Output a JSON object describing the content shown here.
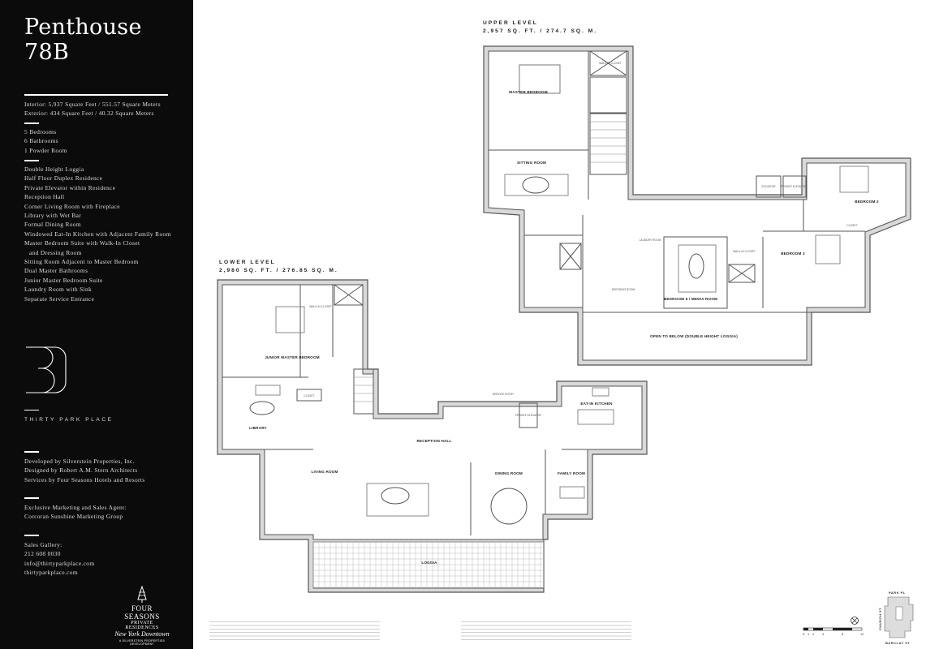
{
  "sidebar": {
    "title_line1": "Penthouse",
    "title_line2": "78B",
    "area": [
      "Interior: 5,937 Square Feet / 551.57 Square Meters",
      "Exterior: 434 Square Feet / 40.32 Square Meters"
    ],
    "rooms": [
      "5 Bedrooms",
      "6 Bathrooms",
      "1 Powder Room"
    ],
    "features": [
      "Double Height Loggia",
      "Half Floor Duplex Residence",
      "Private Elevator within Residence",
      "Reception Hall",
      "Corner Living Room with Fireplace",
      "Library with Wet Bar",
      "Formal Dining Room",
      "Windowed Eat-In Kitchen with Adjacent Family Room",
      "Master Bedroom Suite with Walk-In Closet",
      "and Dressing Room",
      "Sitting Room Adjacent to Master Bedroom",
      "Dual Master Bathrooms",
      "Junior Master Bedroom Suite",
      "Laundry Room with Sink",
      "Separate Service Entrance"
    ],
    "logo_numeral": "30",
    "logo_text": "THIRTY PARK PLACE",
    "credits": [
      "Developed by Silverstein Properties, Inc.",
      "Designed by Robert A.M. Stern Architects",
      "Services by Four Seasons Hotels and Resorts"
    ],
    "marketing": [
      "Exclusive Marketing and Sales Agent:",
      "Corcoran Sunshine Marketing Group"
    ],
    "contact": [
      "Sales Gallery:",
      "212 608 0030",
      "info@thirtyparkplace.com",
      "thirtyparkplace.com"
    ],
    "brand": {
      "line1": "Four Seasons",
      "line2": "Private Residences",
      "line3": "New York Downtown",
      "line4": "A SILVERSTEIN PROPERTIES DEVELOPMENT"
    }
  },
  "upper": {
    "heading": "UPPER LEVEL",
    "area": "2,957 SQ. FT. / 274.7 SQ. M.",
    "rooms": [
      "MASTER BEDROOM",
      "SITTING ROOM",
      "BEDROOM 2",
      "BEDROOM 3",
      "BEDROOM 5 / MEDIA ROOM",
      "OPEN TO BELOW (DOUBLE HEIGHT LOGGIA)",
      "WALK-IN CLOSET",
      "WALK-IN CLOSET",
      "LAUNDRY ROOM",
      "DRESSING ROOM",
      "CLOSET",
      "ELEVATOR",
      "PRIVATE ELEVATOR"
    ]
  },
  "lower": {
    "heading": "LOWER LEVEL",
    "area": "2,980 SQ. FT. / 276.85 SQ. M.",
    "rooms": [
      "JUNIOR MASTER BEDROOM",
      "LIBRARY",
      "RECEPTION HALL",
      "LIVING ROOM",
      "DINING ROOM",
      "FAMILY ROOM",
      "EAT-IN KITCHEN",
      "LOGGIA",
      "CLOSET",
      "WALK-IN CLOSET",
      "PRIVATE ELEVATOR",
      "SERVICE ENTRY"
    ]
  },
  "scale": {
    "ticks": [
      "0'",
      "1",
      "2",
      "4",
      "8",
      "12"
    ]
  },
  "keymap": {
    "north": "PARK PL",
    "west": "CHURCH ST",
    "south": "BARCLAY ST"
  },
  "colors": {
    "sidebar_bg": "#0b0b0b",
    "wall_fill": "#d9d9d9",
    "line": "#555555"
  }
}
